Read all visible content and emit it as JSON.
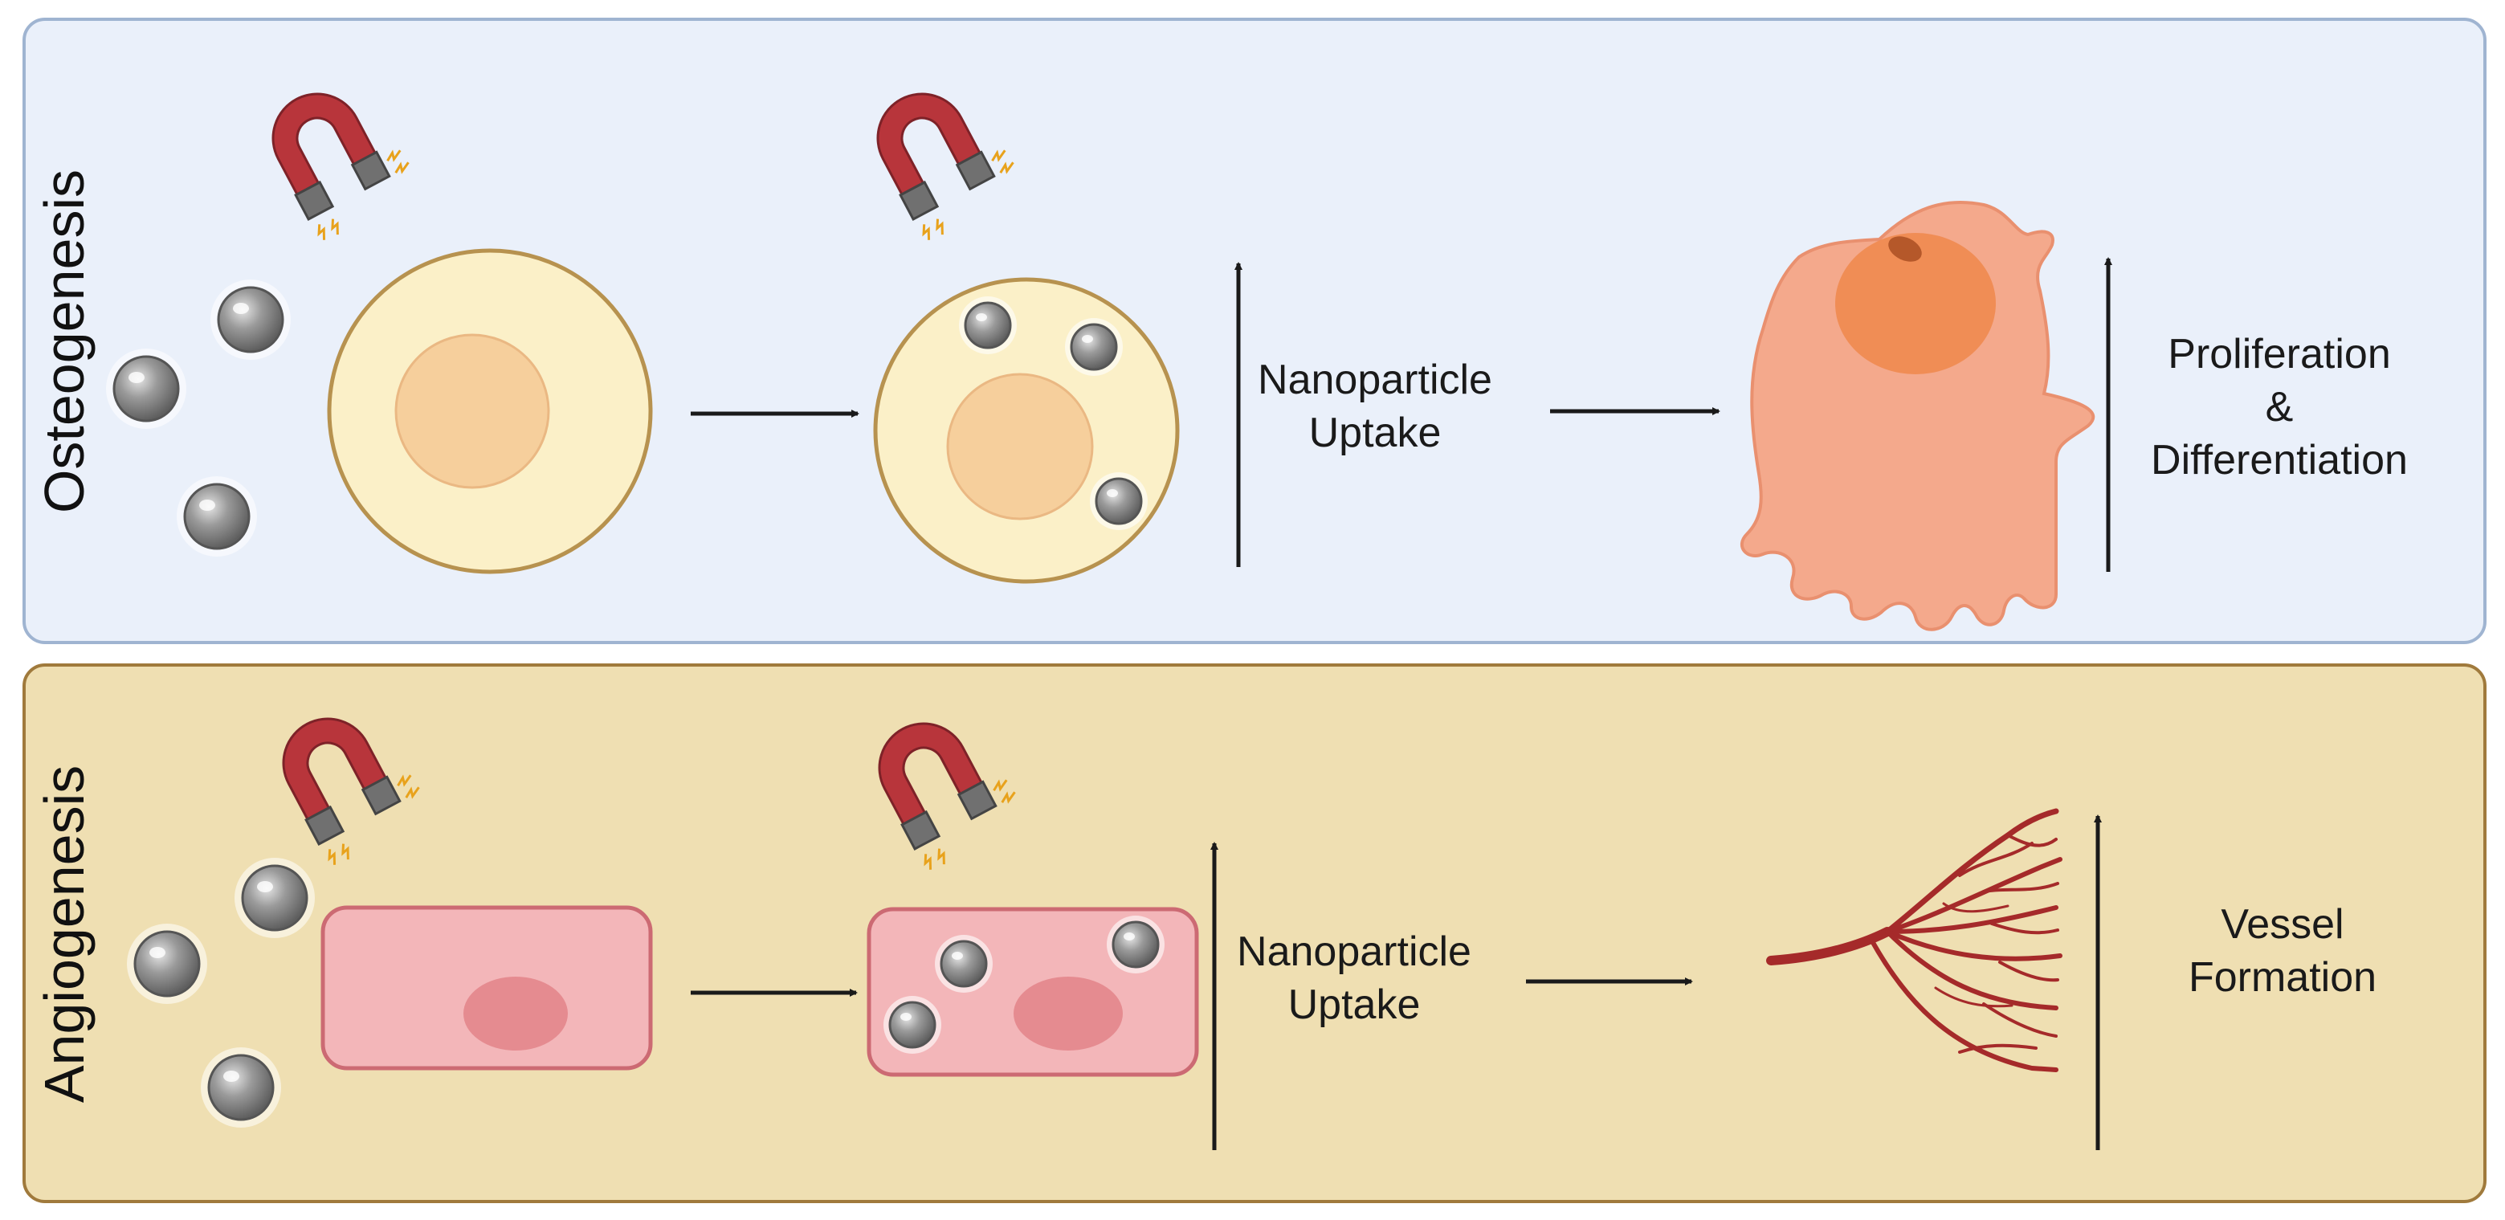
{
  "osteogenesis": {
    "title": "Osteogenesis",
    "uptake_line1": "Nanoparticle",
    "uptake_line2": "Uptake",
    "outcome_line1": "Proliferation",
    "outcome_line2": "&",
    "outcome_line3": "Differentiation"
  },
  "angiogenesis": {
    "title": "Angiogenesis",
    "uptake_line1": "Nanoparticle",
    "uptake_line2": "Uptake",
    "outcome_line1": "Vessel",
    "outcome_line2": "Formation"
  },
  "colors": {
    "osteo_panel": "#eaf0fa",
    "angio_panel": "#efdfb2",
    "magnet_red": "#b8353b",
    "nanoparticle_gray": "#8a8a8a",
    "stem_cell": "#fbf0c8",
    "osteoblast": "#f4a98c",
    "endothelial_cell": "#f3b6b9",
    "vessel": "#a52a2a"
  },
  "icons": [
    "magnet-icon",
    "nanoparticle-icon",
    "stem-cell-icon",
    "osteoblast-icon",
    "endothelial-cell-icon",
    "blood-vessel-icon",
    "arrow-right-icon",
    "arrow-up-icon"
  ]
}
